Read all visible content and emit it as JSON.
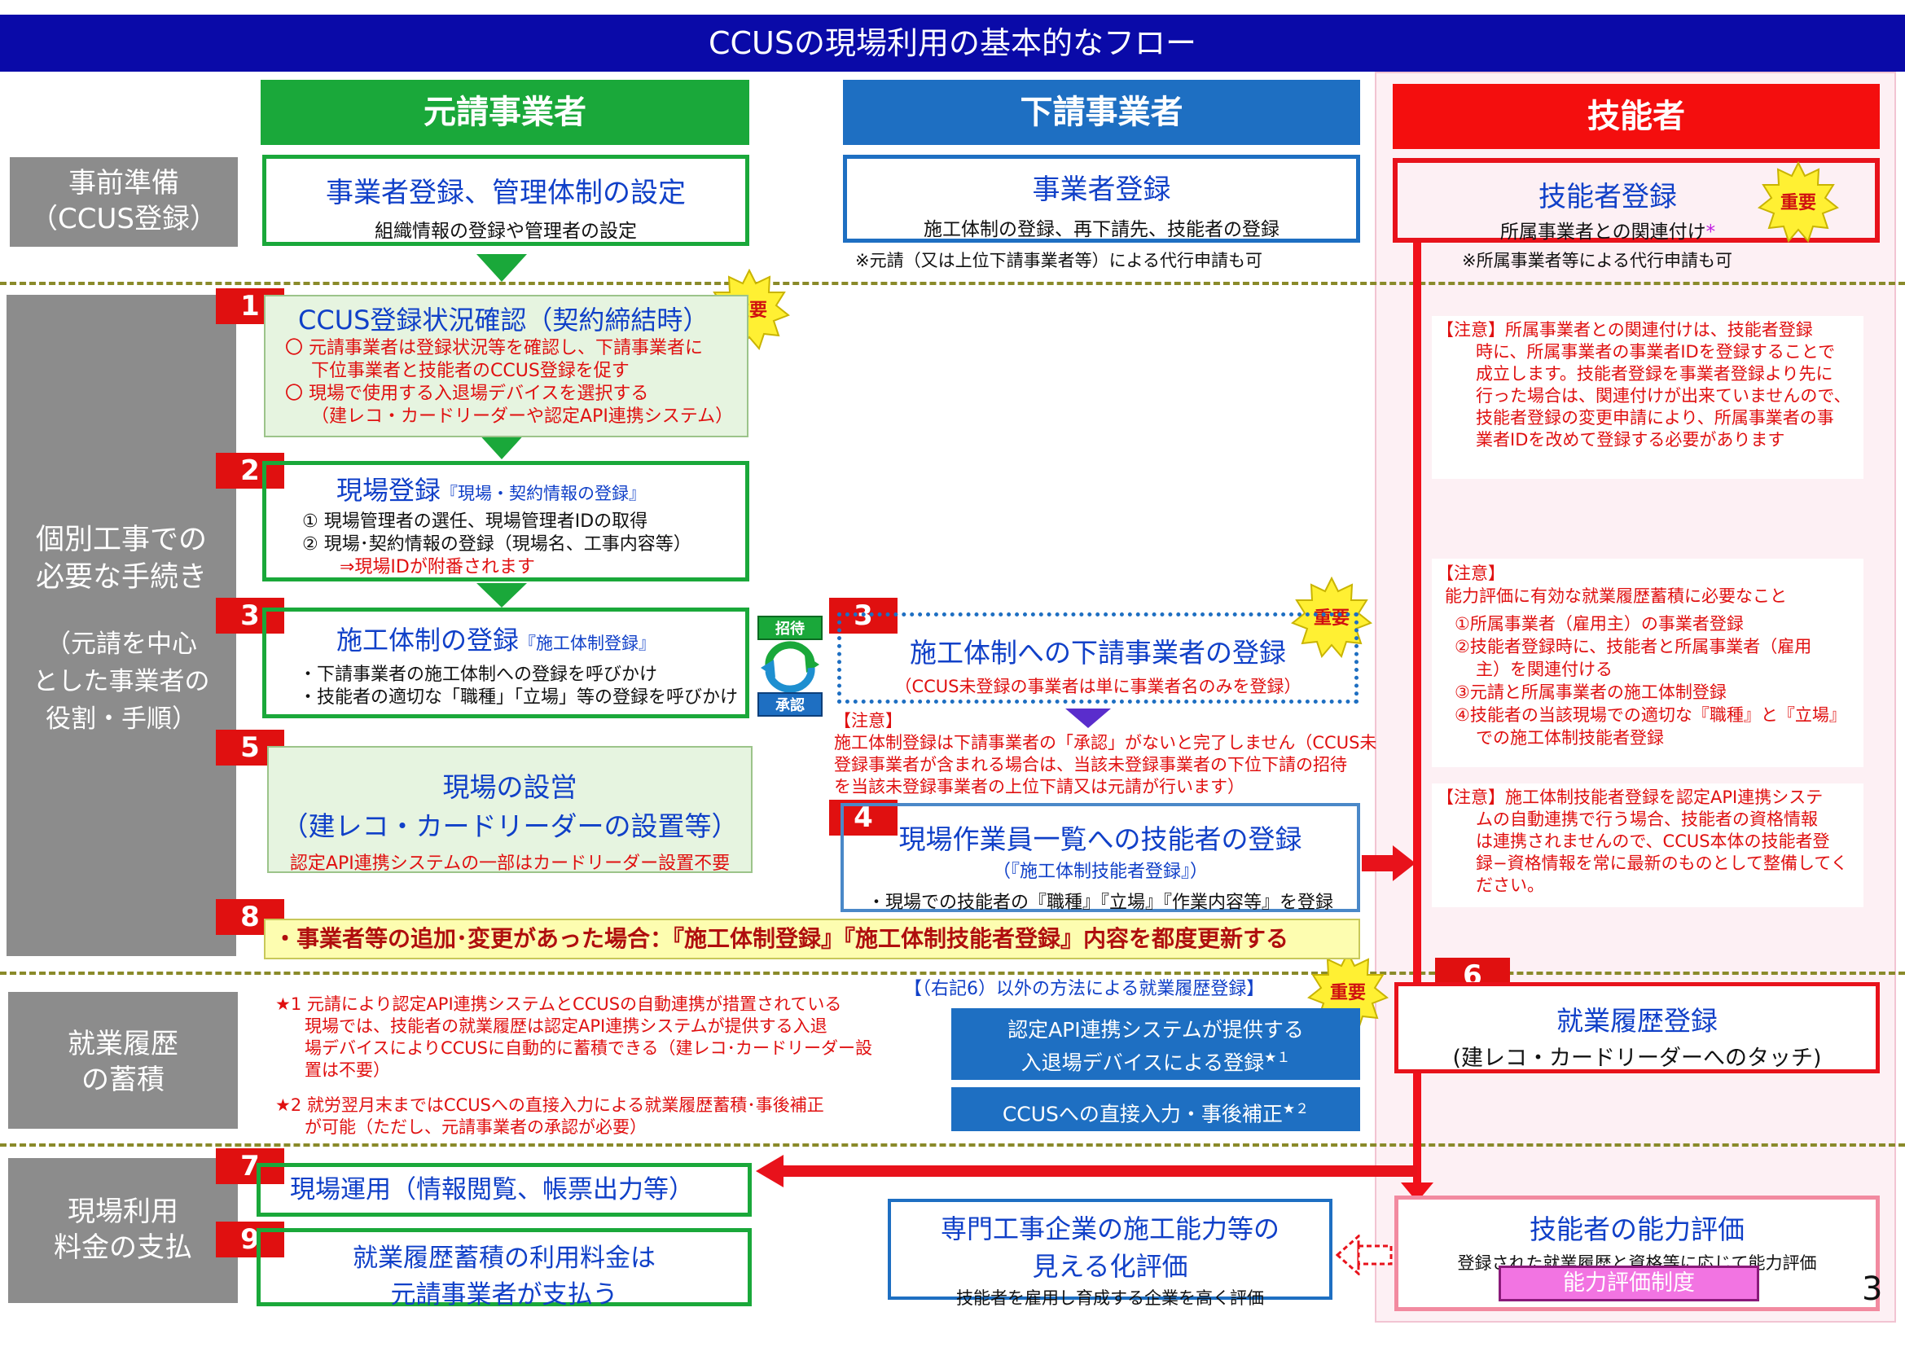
{
  "banner": {
    "title": "CCUSの現場利用の基本的なフロー"
  },
  "columns": {
    "prime": "元請事業者",
    "sub": "下請事業者",
    "worker": "技能者"
  },
  "rows": {
    "prep": {
      "line1": "事前準備",
      "line2": "（CCUS登録）"
    },
    "procedures": {
      "line1": "個別工事での",
      "line2": "必要な手続き",
      "line3": "（元請を中心",
      "line4": "とした事業者の",
      "line5": "役割・手順）"
    },
    "history": {
      "line1": "就業履歴",
      "line2": "の蓄積"
    },
    "fee": {
      "line1": "現場利用",
      "line2": "料金の支払"
    }
  },
  "important": "重要",
  "prep": {
    "prime_title": "事業者登録、管理体制の設定",
    "prime_sub": "組織情報の登録や管理者の設定",
    "sub_title": "事業者登録",
    "sub_sub": "施工体制の登録、再下請先、技能者の登録",
    "sub_note": "※元請（又は上位下請事業者等）による代行申請も可",
    "worker_title": "技能者登録",
    "worker_sub": "所属事業者との関連付け",
    "worker_star": "*",
    "worker_note": "※所属事業者等による代行申請も可"
  },
  "steps": {
    "s1": {
      "num": "1",
      "title": "CCUS登録状況確認（契約締結時）",
      "l1": "〇 元請事業者は登録状況等を確認し、下請事業者に",
      "l2": "下位事業者と技能者のCCUS登録を促す",
      "l3": "〇 現場で使用する入退場デバイスを選択する",
      "l4": "（建レコ・カードリーダーや認定API連携システム）"
    },
    "s2": {
      "num": "2",
      "title": "現場登録",
      "title_note": "『現場・契約情報の登録』",
      "l1": "①  現場管理者の選任、現場管理者IDの取得",
      "l2": "②  現場･契約情報の登録（現場名、工事内容等）",
      "l3": "⇒現場IDが附番されます"
    },
    "s3": {
      "num": "3",
      "title": "施工体制の登録",
      "title_note": "『施工体制登録』",
      "l1": "・下請事業者の施工体制への登録を呼びかけ",
      "l2": "・技能者の適切な「職種」「立場」等の登録を呼びかけ"
    },
    "invite": "招待",
    "approve": "承認",
    "s3b": {
      "num": "3",
      "title": "施工体制への下請事業者の登録",
      "sub": "（CCUS未登録の事業者は単に事業者名のみを登録）"
    },
    "s3b_note": {
      "head": "【注意】",
      "l1": "施工体制登録は下請事業者の「承認」がないと完了しません（CCUS未",
      "l2": "登録事業者が含まれる場合は、当該未登録事業者の下位下請の招待",
      "l3": "を当該未登録事業者の上位下請又は元請が行います）"
    },
    "s5": {
      "num": "5",
      "title1": "現場の設営",
      "title2": "（建レコ・カードリーダーの設置等）",
      "sub": "認定API連携システムの一部はカードリーダー設置不要"
    },
    "s4": {
      "num": "4",
      "title": "現場作業員一覧への技能者の登録",
      "title_note": "（『施工体制技能者登録』）",
      "sub": "・現場での技能者の『職種』『立場』『作業内容等』を登録"
    },
    "s8": {
      "num": "8",
      "text": "・事業者等の追加･変更があった場合：『施工体制登録』『施工体制技能者登録』内容を都度更新する"
    },
    "s6": {
      "num": "6",
      "title": "就業履歴登録",
      "sub": "(建レコ・カードリーダーへのタッチ)"
    },
    "s7": {
      "num": "7",
      "title": "現場運用（情報閲覧、帳票出力等）"
    },
    "s9": {
      "num": "9",
      "title1": "就業履歴蓄積の利用料金は",
      "title2": "元請事業者が支払う"
    }
  },
  "worker_notes": {
    "n1": {
      "head": "【注意】",
      "l1": "所属事業者との関連付けは、技能者登録",
      "l2": "時に、所属事業者の事業者IDを登録することで",
      "l3": "成立します。技能者登録を事業者登録より先に",
      "l4": "行った場合は、関連付けが出来ていませんので、",
      "l5": "技能者登録の変更申請により、所属事業者の事",
      "l6": "業者IDを改めて登録する必要があります"
    },
    "n2": {
      "head": "【注意】",
      "l0": "能力評価に有効な就業履歴蓄積に必要なこと",
      "l1": "①所属事業者（雇用主）の事業者登録",
      "l2": "②技能者登録時に、技能者と所属事業者（雇用",
      "l3": "主）を関連付ける",
      "l4": "③元請と所属事業者の施工体制登録",
      "l5": "④技能者の当該現場での適切な『職種』と『立場』",
      "l6": "での施工体制技能者登録"
    },
    "n3": {
      "head": "【注意】",
      "l1": "施工体制技能者登録を認定API連携システ",
      "l2": "ムの自動連携で行う場合、技能者の資格情報",
      "l3": "は連携されませんので、CCUS本体の技能者登",
      "l4": "録−資格情報を常に最新のものとして整備してく",
      "l5": "ださい。"
    }
  },
  "history": {
    "n1": {
      "l1": "★1 元請により認定API連携システムとCCUSの自動連携が措置されている",
      "l2": "現場では、技能者の就業履歴は認定API連携システムが提供する入退",
      "l3": "場デバイスによりCCUSに自動的に蓄積できる（建レコ･カードリーダー設",
      "l4": "置は不要）"
    },
    "n2": {
      "l1": "★2 就労翌月末まではCCUSへの直接入力による就業履歴蓄積･事後補正",
      "l2": "が可能（ただし、元請事業者の承認が必要）"
    },
    "other_head": "【（右記6）以外の方法による就業履歴登録】",
    "box1_l1": "認定API連携システムが提供する",
    "box1_l2": "入退場デバイスによる登録",
    "box1_star": "★１",
    "box2": "CCUSへの直接入力・事後補正",
    "box2_star": "★２"
  },
  "eval": {
    "company_l1": "専門工事企業の施工能力等の",
    "company_l2": "見える化評価",
    "company_sub": "技能者を雇用し育成する企業を高く評価",
    "worker_title": "技能者の能力評価",
    "worker_sub": "登録された就業履歴と資格等に応じて能力評価",
    "worker_badge": "能力評価制度"
  },
  "page_number": "3",
  "colors": {
    "banner": "#0a0aa8",
    "prime": "#1aa83a",
    "sub": "#1e6fc2",
    "worker": "#e8121b",
    "step_red": "#e01010"
  }
}
